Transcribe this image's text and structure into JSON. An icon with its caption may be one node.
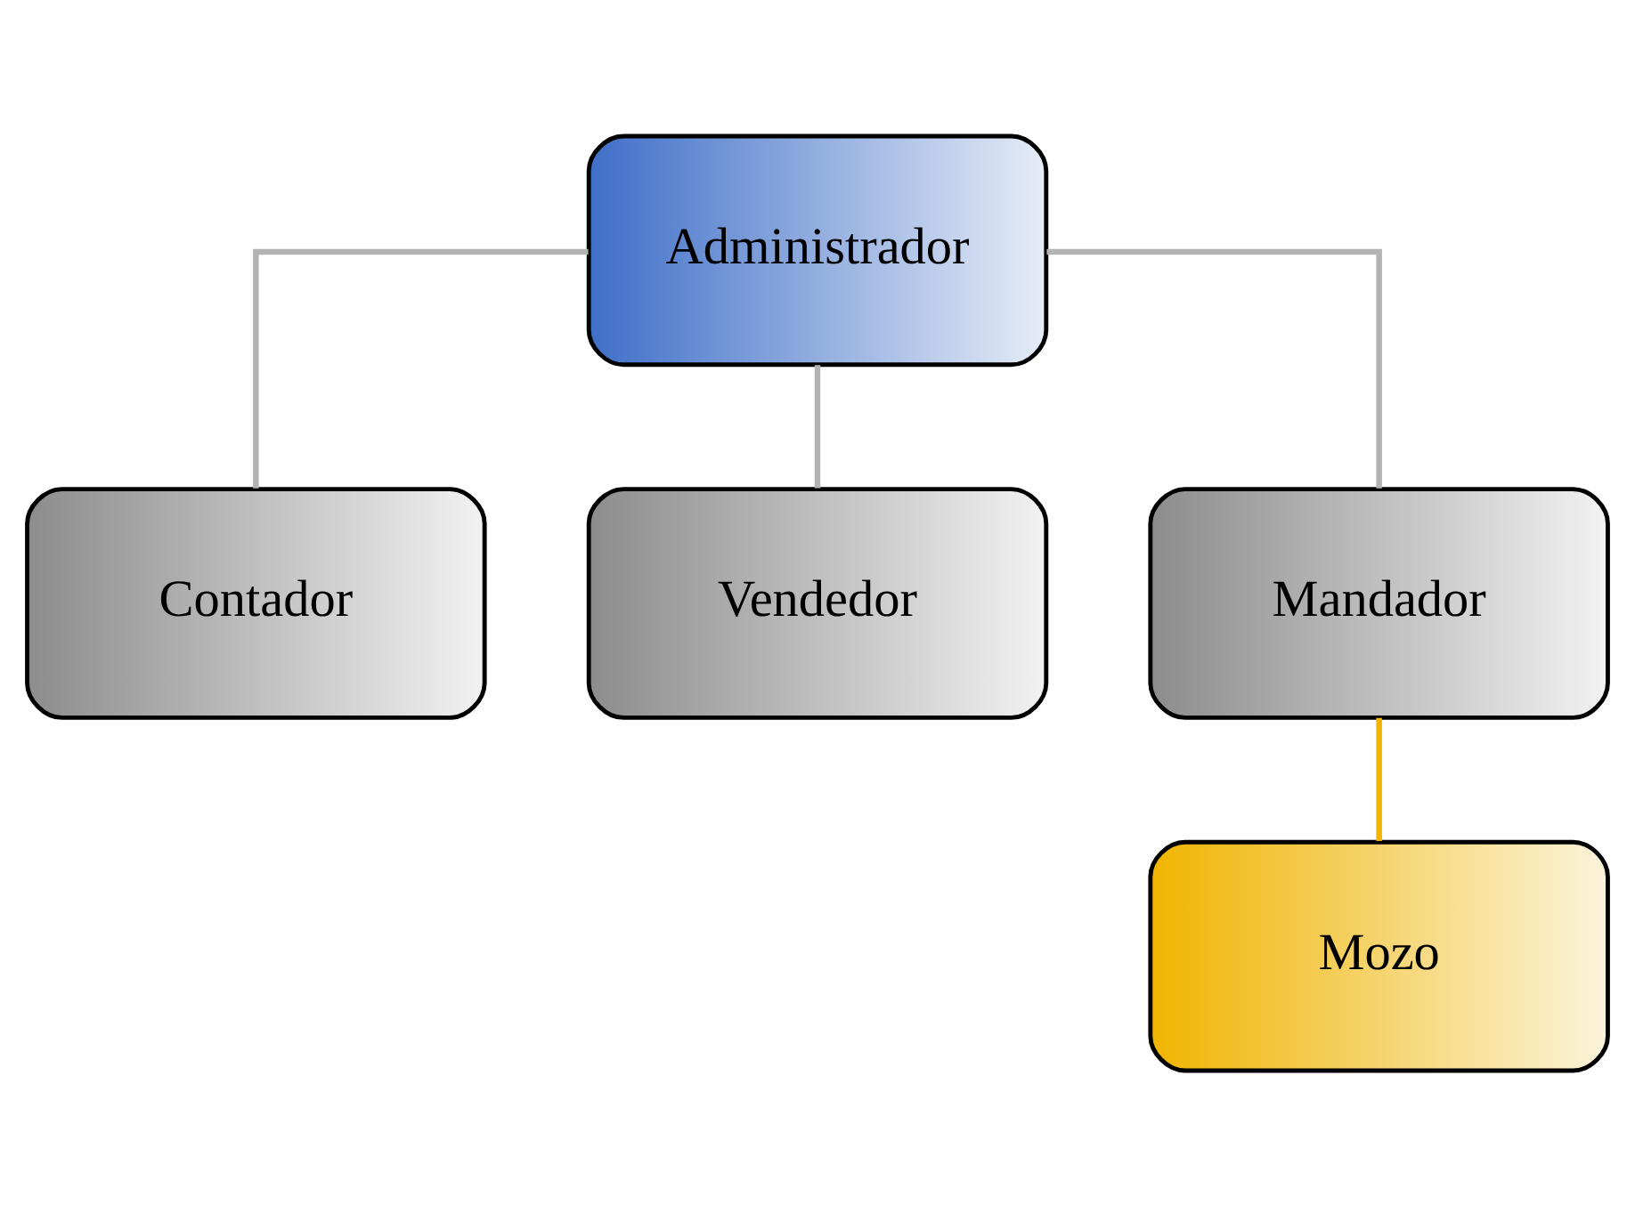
{
  "diagram": {
    "nodes": [
      {
        "text": [
          "Administrador"
        ]
      },
      {
        "text": [
          "Contador"
        ]
      },
      {
        "text": [
          "Vendedor"
        ]
      },
      {
        "text": [
          "Mandador"
        ]
      },
      {
        "text": [
          "Mozo"
        ]
      }
    ],
    "edges": [
      {
        "from": 0,
        "to": 1,
        "arrow": "none"
      },
      {
        "from": 0,
        "to": 2,
        "arrow": "none"
      },
      {
        "from": 0,
        "to": 3,
        "arrow": "none"
      },
      {
        "from": 3,
        "to": 4,
        "arrow": "none",
        "color": "#f0b400"
      }
    ]
  }
}
